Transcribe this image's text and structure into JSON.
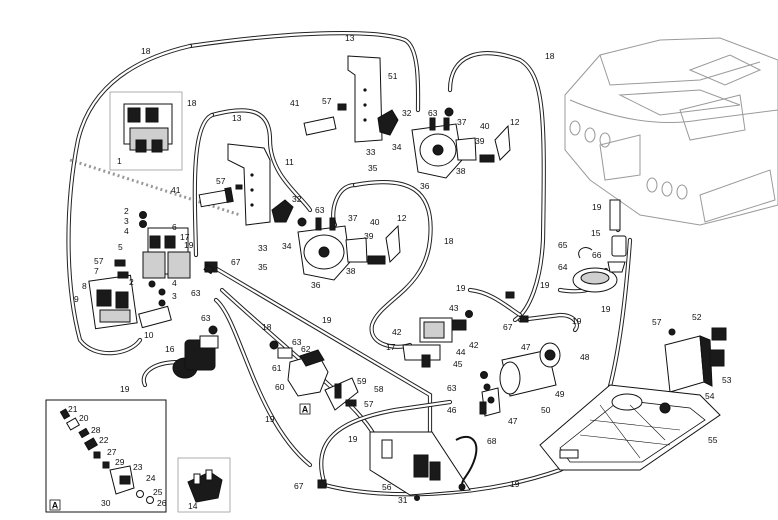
{
  "labels": {
    "l1": "1",
    "l2": "2",
    "l3": "3",
    "l4": "4",
    "l5": "5",
    "l6": "6",
    "l7": "7",
    "l8": "8",
    "l9": "9",
    "l10": "10",
    "l11": "11",
    "l12": "12",
    "l13": "13",
    "l14": "14",
    "l15": "15",
    "l16": "16",
    "l17": "17",
    "l18": "18",
    "l19": "19",
    "l20": "20",
    "l21": "21",
    "l22": "22",
    "l23": "23",
    "l24": "24",
    "l25": "25",
    "l26": "26",
    "l27": "27",
    "l28": "28",
    "l29": "29",
    "l30": "30",
    "l31": "31",
    "l32": "32",
    "l33": "33",
    "l34": "34",
    "l35": "35",
    "l36": "36",
    "l37": "37",
    "l38": "38",
    "l39": "39",
    "l40": "40",
    "l41": "41",
    "l42": "42",
    "l43": "43",
    "l44": "44",
    "l45": "45",
    "l46": "46",
    "l47": "47",
    "l48": "48",
    "l49": "49",
    "l50": "50",
    "l51": "51",
    "l52": "52",
    "l53": "53",
    "l54": "54",
    "l55": "55",
    "l56": "56",
    "l57": "57",
    "l58": "58",
    "l59": "59",
    "l60": "60",
    "l61": "61",
    "l62": "62",
    "l63": "63",
    "l64": "64",
    "l65": "65",
    "l66": "66",
    "l67": "67",
    "l68": "68"
  },
  "insets": {
    "detail_a": "A"
  }
}
